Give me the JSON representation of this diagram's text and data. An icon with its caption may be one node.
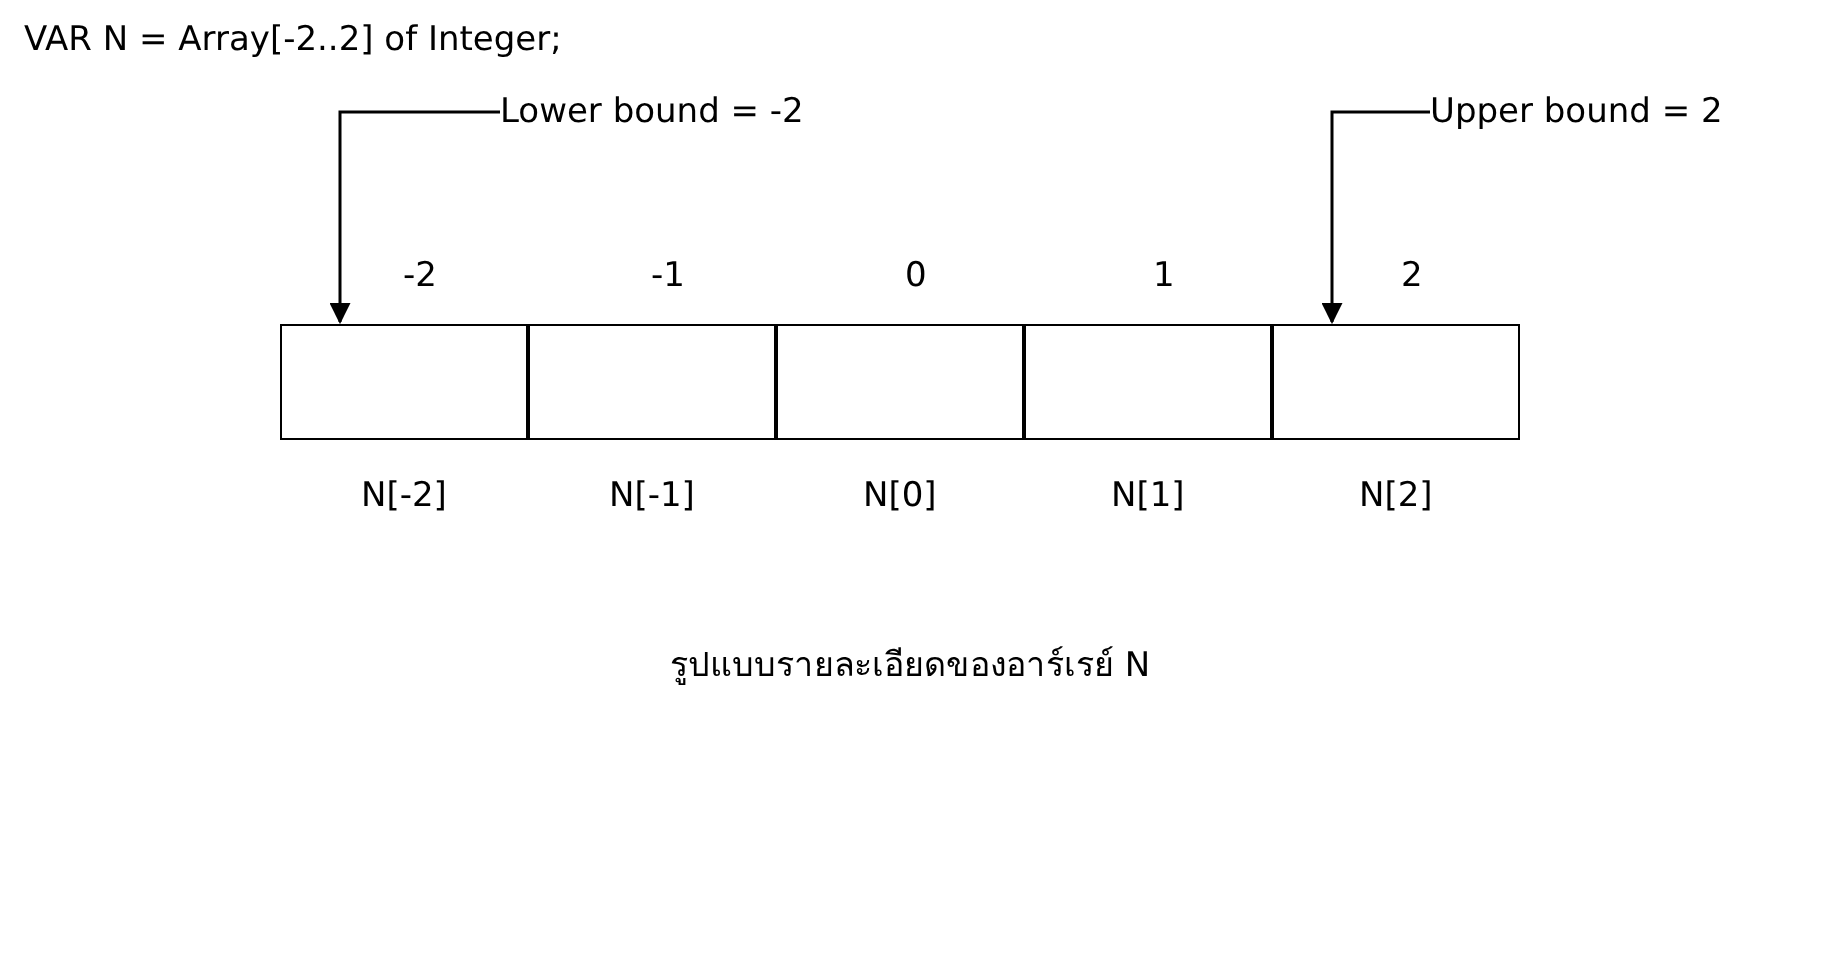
{
  "diagram": {
    "title": "VAR N = Array[-2..2] of Integer;",
    "caption": "รูปแบบรายละเอียดของอาร์เรย์ N",
    "nodes": [
      {
        "text": [
          "Lower bound = -2"
        ]
      },
      {
        "text": [
          "Upper bound = 2"
        ]
      },
      {
        "text": [],
        "shape": "box",
        "beside": [
          "-2",
          "N[-2]"
        ]
      },
      {
        "text": [],
        "shape": "box",
        "beside": [
          "-1",
          "N[-1]"
        ]
      },
      {
        "text": [],
        "shape": "box",
        "beside": [
          "0",
          "N[0]"
        ]
      },
      {
        "text": [],
        "shape": "box",
        "beside": [
          "1",
          "N[1]"
        ]
      },
      {
        "text": [],
        "shape": "box",
        "beside": [
          "2",
          "N[2]"
        ]
      }
    ],
    "edges": [
      {
        "from": 0,
        "to": 2,
        "arrow": "to"
      },
      {
        "from": 1,
        "to": 6,
        "arrow": "to"
      }
    ]
  }
}
